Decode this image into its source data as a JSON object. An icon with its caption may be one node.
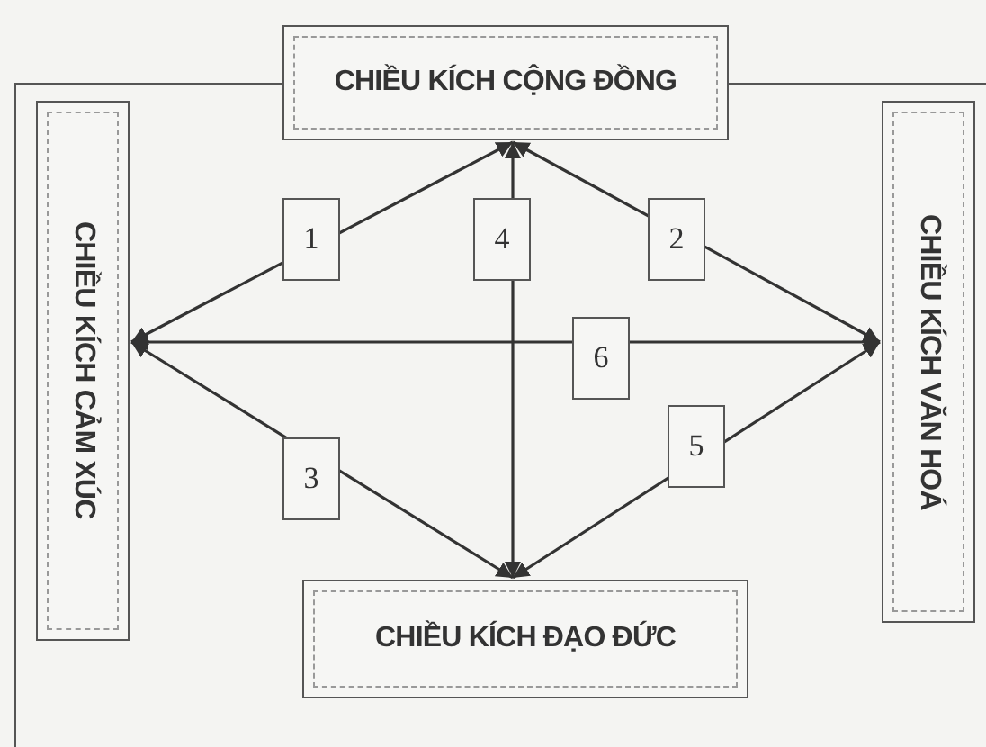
{
  "diagram": {
    "nodes": [
      {
        "text": [
          "CHIỀU KÍCH CỘNG ĐỒNG"
        ]
      },
      {
        "text": [
          "CHIỀU KÍCH CẢM XÚC"
        ]
      },
      {
        "text": [
          "CHIỀU KÍCH VĂN HOÁ"
        ]
      },
      {
        "text": [
          "CHIỀU KÍCH ĐẠO ĐỨC"
        ]
      }
    ],
    "edges": [
      {
        "from": 0,
        "to": 1,
        "arrow": "both",
        "label": "1"
      },
      {
        "from": 0,
        "to": 2,
        "arrow": "both",
        "label": "2"
      },
      {
        "from": 1,
        "to": 3,
        "arrow": "both",
        "label": "3"
      },
      {
        "from": 0,
        "to": 3,
        "arrow": "both",
        "label": "4"
      },
      {
        "from": 3,
        "to": 2,
        "arrow": "both",
        "label": "5"
      },
      {
        "from": 1,
        "to": 2,
        "arrow": "both",
        "label": "6"
      }
    ]
  }
}
